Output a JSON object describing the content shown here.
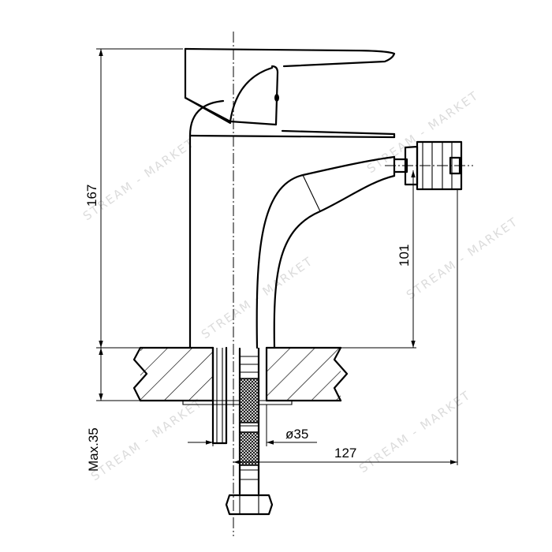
{
  "dimensions": {
    "total_height": "167",
    "spout_height": "101",
    "max_thickness": "Max.35",
    "hole_diameter": "ø35",
    "reach": "127"
  },
  "watermark": {
    "text": "STREAM - MARKET"
  },
  "colors": {
    "line": "#000000",
    "watermark": "#dcdcdc",
    "background": "#ffffff"
  }
}
